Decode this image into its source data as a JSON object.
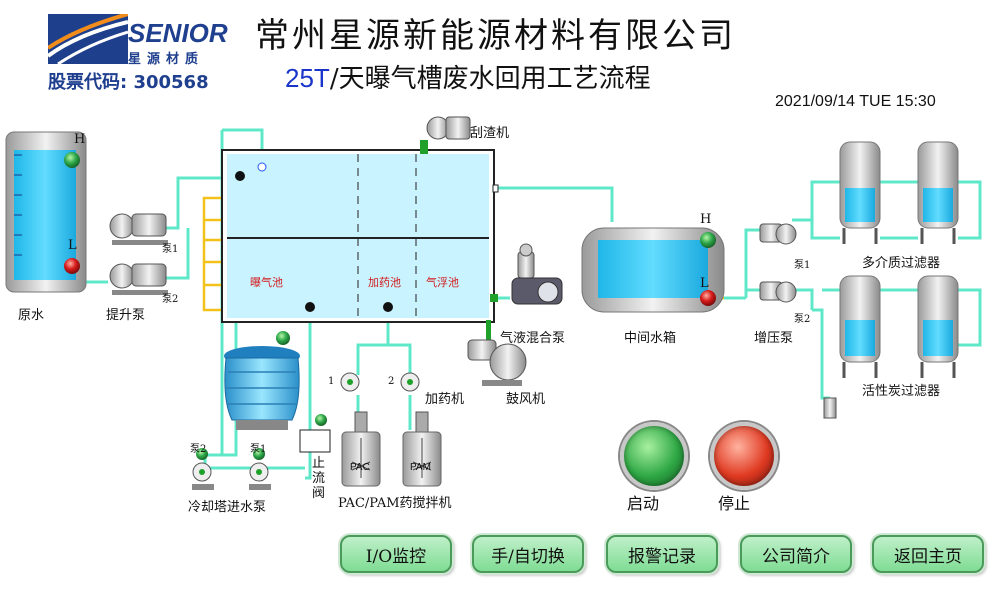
{
  "header": {
    "company": "常州星源新能源材料有限公司",
    "subtitle_code": "25T",
    "subtitle_text": "/天曝气槽废水回用工艺流程",
    "datetime": "2021/09/14 TUE  15:30"
  },
  "logo": {
    "name": "SENIOR",
    "subname": "星源材质",
    "stock": "股票代码: 300568"
  },
  "labels": {
    "raw_water": "原水",
    "lift_pump": "提升泵",
    "pump1": "泵1",
    "pump2": "泵2",
    "scraper": "刮渣机",
    "aeration_pool": "曝气池",
    "dosing_pool": "加药池",
    "flotation_pool": "气浮池",
    "gas_liquid_pump": "气液混合泵",
    "blower": "鼓风机",
    "dosing_machine": "加药机",
    "dose1": "1",
    "dose2": "2",
    "pac": "PAC",
    "pam": "PAM",
    "mixer": "PAC/PAM药搅拌机",
    "check_valve": "止流阀",
    "cooling_tower_pump": "冷却塔进水泵",
    "ct_pump2": "泵2",
    "ct_pump1": "泵1",
    "middle_tank": "中间水箱",
    "booster_pump": "增压泵",
    "bp1": "泵1",
    "bp2": "泵2",
    "multi_filter": "多介质过滤器",
    "carbon_filter": "活性炭过滤器",
    "high": "H",
    "low": "L"
  },
  "controls": {
    "start": "启动",
    "stop": "停止"
  },
  "nav": [
    {
      "label": "I/O监控"
    },
    {
      "label": "手/自切换"
    },
    {
      "label": "报警记录"
    },
    {
      "label": "公司简介"
    },
    {
      "label": "返回主页"
    }
  ],
  "colors": {
    "pipe": "#5fe8c8",
    "water": "#1ec8f5",
    "indicator_on": "#22b34a",
    "indicator_alarm": "#d61a1a",
    "start_button": "#2fa845",
    "stop_button": "#e03a22"
  }
}
